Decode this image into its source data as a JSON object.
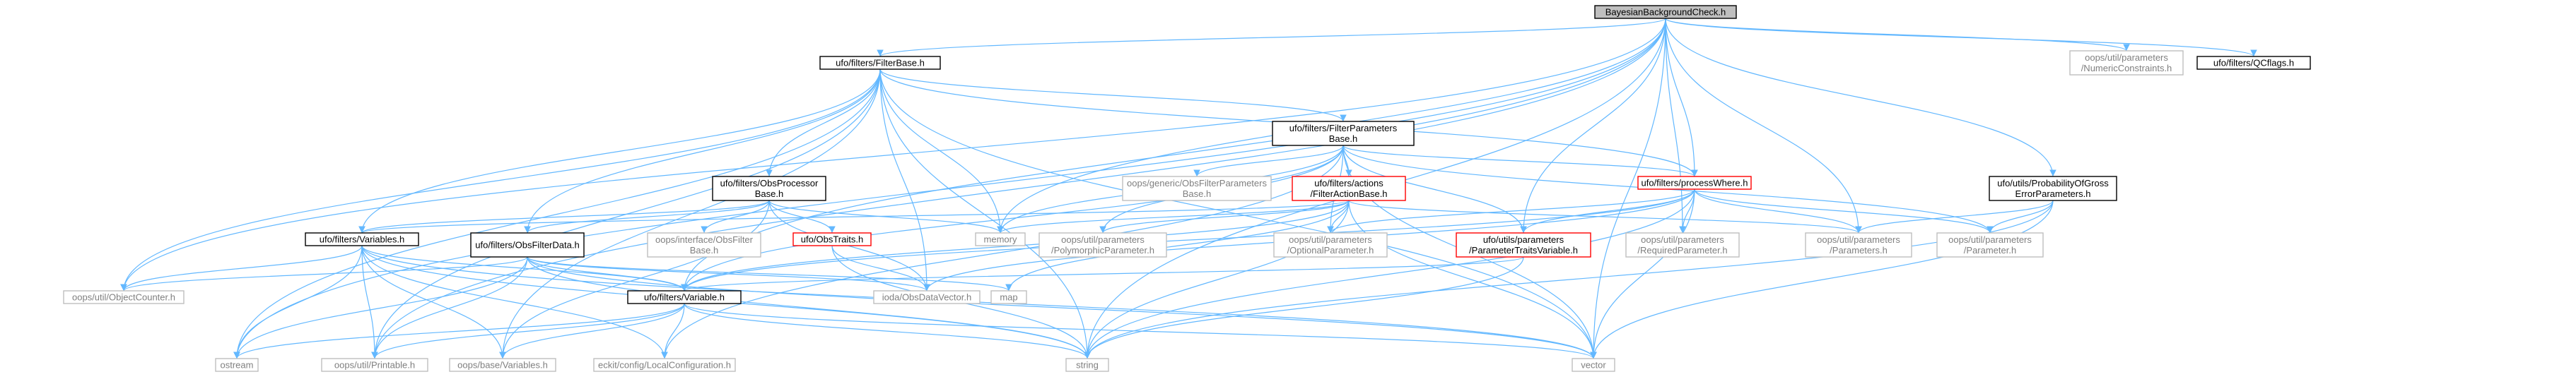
{
  "colors": {
    "edge": "#63b8ff",
    "root_fill": "#bfbfbf",
    "normal_border": "#000000",
    "red_border": "#ff0000",
    "gray_border": "#bfbfbf",
    "gray_text": "#7f7f7f",
    "text": "#000000"
  },
  "nodes": [
    {
      "id": "root",
      "kind": "root",
      "lines": [
        "BayesianBackgroundCheck.h"
      ]
    },
    {
      "id": "filterbase",
      "kind": "normal",
      "lines": [
        "ufo/filters/FilterBase.h"
      ]
    },
    {
      "id": "numconstr",
      "kind": "gray",
      "lines": [
        "oops/util/parameters",
        "/NumericConstraints.h"
      ]
    },
    {
      "id": "qcflags",
      "kind": "normal",
      "lines": [
        "ufo/filters/QCflags.h"
      ]
    },
    {
      "id": "filterparams",
      "kind": "normal",
      "lines": [
        "ufo/filters/FilterParameters",
        "Base.h"
      ]
    },
    {
      "id": "probgross",
      "kind": "normal",
      "lines": [
        "ufo/utils/ProbabilityOfGross",
        "ErrorParameters.h"
      ]
    },
    {
      "id": "obsproc",
      "kind": "normal",
      "lines": [
        "ufo/filters/ObsProcessor",
        "Base.h"
      ]
    },
    {
      "id": "oopsfilterparams",
      "kind": "gray",
      "lines": [
        "oops/generic/ObsFilterParameters",
        "Base.h"
      ]
    },
    {
      "id": "filteraction",
      "kind": "red",
      "lines": [
        "ufo/filters/actions",
        "/FilterActionBase.h"
      ]
    },
    {
      "id": "processwhere",
      "kind": "red",
      "lines": [
        "ufo/filters/processWhere.h"
      ]
    },
    {
      "id": "variables",
      "kind": "normal",
      "lines": [
        "ufo/filters/Variables.h"
      ]
    },
    {
      "id": "obsfilterdata",
      "kind": "normal",
      "lines": [
        "ufo/filters/ObsFilterData.h"
      ]
    },
    {
      "id": "interfacefilter",
      "kind": "gray",
      "lines": [
        "oops/interface/ObsFilter",
        "Base.h"
      ]
    },
    {
      "id": "obstraits",
      "kind": "red",
      "lines": [
        "ufo/ObsTraits.h"
      ]
    },
    {
      "id": "memory",
      "kind": "gray",
      "lines": [
        "memory"
      ]
    },
    {
      "id": "polyparam",
      "kind": "gray",
      "lines": [
        "oops/util/parameters",
        "/PolymorphicParameter.h"
      ]
    },
    {
      "id": "optparam",
      "kind": "gray",
      "lines": [
        "oops/util/parameters",
        "/OptionalParameter.h"
      ]
    },
    {
      "id": "paramtraits",
      "kind": "red",
      "lines": [
        "ufo/utils/parameters",
        "/ParameterTraitsVariable.h"
      ]
    },
    {
      "id": "reqparam",
      "kind": "gray",
      "lines": [
        "oops/util/parameters",
        "/RequiredParameter.h"
      ]
    },
    {
      "id": "parameters",
      "kind": "gray",
      "lines": [
        "oops/util/parameters",
        "/Parameters.h"
      ]
    },
    {
      "id": "parameter",
      "kind": "gray",
      "lines": [
        "oops/util/parameters",
        "/Parameter.h"
      ]
    },
    {
      "id": "objcounter",
      "kind": "gray",
      "lines": [
        "oops/util/ObjectCounter.h"
      ]
    },
    {
      "id": "variable",
      "kind": "normal",
      "lines": [
        "ufo/filters/Variable.h"
      ]
    },
    {
      "id": "iodavector",
      "kind": "gray",
      "lines": [
        "ioda/ObsDataVector.h"
      ]
    },
    {
      "id": "map",
      "kind": "gray",
      "lines": [
        "map"
      ]
    },
    {
      "id": "ostream",
      "kind": "gray",
      "lines": [
        "ostream"
      ]
    },
    {
      "id": "printable",
      "kind": "gray",
      "lines": [
        "oops/util/Printable.h"
      ]
    },
    {
      "id": "basevariables",
      "kind": "gray",
      "lines": [
        "oops/base/Variables.h"
      ]
    },
    {
      "id": "eckit",
      "kind": "gray",
      "lines": [
        "eckit/config/LocalConfiguration.h"
      ]
    },
    {
      "id": "string",
      "kind": "gray",
      "lines": [
        "string"
      ]
    },
    {
      "id": "vector",
      "kind": "gray",
      "lines": [
        "vector"
      ]
    }
  ],
  "edges": [
    [
      "root",
      "filterbase"
    ],
    [
      "root",
      "numconstr"
    ],
    [
      "root",
      "qcflags"
    ],
    [
      "root",
      "probgross"
    ],
    [
      "root",
      "paramtraits"
    ],
    [
      "root",
      "reqparam"
    ],
    [
      "root",
      "parameters"
    ],
    [
      "root",
      "processwhere"
    ],
    [
      "root",
      "memory"
    ],
    [
      "root",
      "variable"
    ],
    [
      "root",
      "objcounter"
    ],
    [
      "root",
      "ostream"
    ],
    [
      "root",
      "printable"
    ],
    [
      "root",
      "string"
    ],
    [
      "root",
      "vector"
    ],
    [
      "filterbase",
      "filterparams"
    ],
    [
      "filterbase",
      "obsproc"
    ],
    [
      "filterbase",
      "variables"
    ],
    [
      "filterbase",
      "obsfilterdata"
    ],
    [
      "filterbase",
      "processwhere"
    ],
    [
      "filterbase",
      "memory"
    ],
    [
      "filterbase",
      "objcounter"
    ],
    [
      "filterbase",
      "iodavector"
    ],
    [
      "filterbase",
      "ostream"
    ],
    [
      "filterbase",
      "printable"
    ],
    [
      "filterbase",
      "basevariables"
    ],
    [
      "filterbase",
      "string"
    ],
    [
      "filterbase",
      "vector"
    ],
    [
      "filterparams",
      "oopsfilterparams"
    ],
    [
      "filterparams",
      "filteraction"
    ],
    [
      "filterparams",
      "processwhere"
    ],
    [
      "filterparams",
      "polyparam"
    ],
    [
      "filterparams",
      "optparam"
    ],
    [
      "filterparams",
      "paramtraits"
    ],
    [
      "filterparams",
      "parameter"
    ],
    [
      "filterparams",
      "variable"
    ],
    [
      "filterparams",
      "memory"
    ],
    [
      "filterparams",
      "eckit"
    ],
    [
      "filterparams",
      "vector"
    ],
    [
      "obsproc",
      "variables"
    ],
    [
      "obsproc",
      "obsfilterdata"
    ],
    [
      "obsproc",
      "interfacefilter"
    ],
    [
      "obsproc",
      "obstraits"
    ],
    [
      "obsproc",
      "iodavector"
    ],
    [
      "obsproc",
      "memory"
    ],
    [
      "obsproc",
      "basevariables"
    ],
    [
      "filteraction",
      "polyparam"
    ],
    [
      "filteraction",
      "optparam"
    ],
    [
      "filteraction",
      "parameters"
    ],
    [
      "filteraction",
      "variables"
    ],
    [
      "filteraction",
      "variable"
    ],
    [
      "filteraction",
      "memory"
    ],
    [
      "filteraction",
      "string"
    ],
    [
      "filteraction",
      "vector"
    ],
    [
      "filteraction",
      "map"
    ],
    [
      "processwhere",
      "optparam"
    ],
    [
      "processwhere",
      "paramtraits"
    ],
    [
      "processwhere",
      "reqparam"
    ],
    [
      "processwhere",
      "parameters"
    ],
    [
      "processwhere",
      "parameter"
    ],
    [
      "processwhere",
      "variable"
    ],
    [
      "processwhere",
      "iodavector"
    ],
    [
      "processwhere",
      "string"
    ],
    [
      "processwhere",
      "vector"
    ],
    [
      "probgross",
      "parameters"
    ],
    [
      "probgross",
      "parameter"
    ],
    [
      "probgross",
      "string"
    ],
    [
      "probgross",
      "vector"
    ],
    [
      "variables",
      "variable"
    ],
    [
      "variables",
      "objcounter"
    ],
    [
      "variables",
      "ostream"
    ],
    [
      "variables",
      "printable"
    ],
    [
      "variables",
      "basevariables"
    ],
    [
      "variables",
      "eckit"
    ],
    [
      "variables",
      "string"
    ],
    [
      "variables",
      "vector"
    ],
    [
      "obsfilterdata",
      "variable"
    ],
    [
      "obsfilterdata",
      "iodavector"
    ],
    [
      "obsfilterdata",
      "map"
    ],
    [
      "obsfilterdata",
      "objcounter"
    ],
    [
      "obsfilterdata",
      "ostream"
    ],
    [
      "obsfilterdata",
      "printable"
    ],
    [
      "obsfilterdata",
      "string"
    ],
    [
      "obsfilterdata",
      "vector"
    ],
    [
      "obstraits",
      "iodavector"
    ],
    [
      "obstraits",
      "string"
    ],
    [
      "paramtraits",
      "variable"
    ],
    [
      "paramtraits",
      "string"
    ],
    [
      "variable",
      "ostream"
    ],
    [
      "variable",
      "printable"
    ],
    [
      "variable",
      "basevariables"
    ],
    [
      "variable",
      "eckit"
    ],
    [
      "variable",
      "string"
    ],
    [
      "variable",
      "vector"
    ]
  ]
}
